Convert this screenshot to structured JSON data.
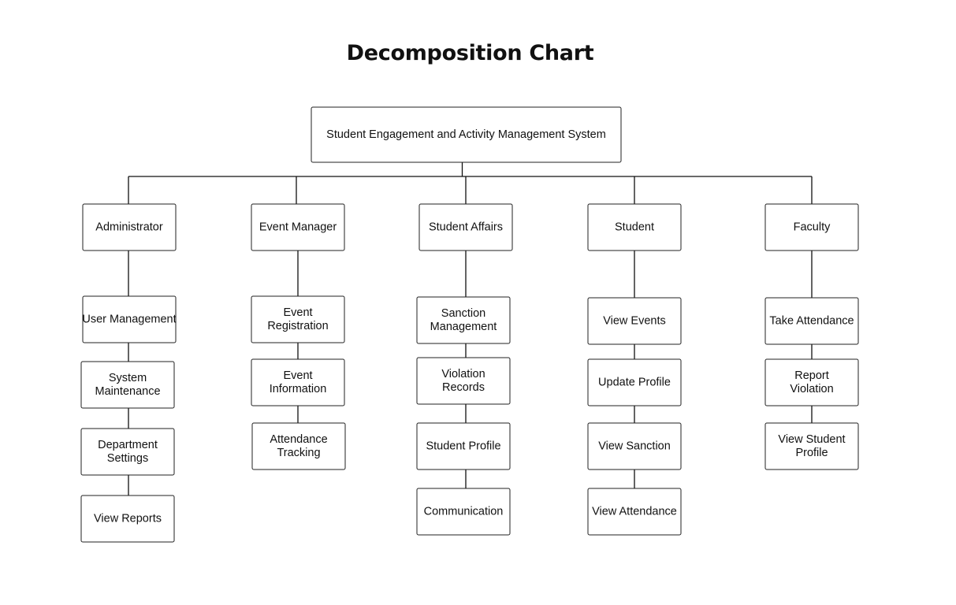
{
  "title": "Decomposition Chart",
  "root": {
    "label": "Student Engagement and Activity Management System"
  },
  "modules": [
    {
      "label": "Administrator",
      "children": [
        "User Management",
        "System Maintenance",
        "Department Settings",
        "View Reports"
      ]
    },
    {
      "label": "Event Manager",
      "children": [
        "Event Registration",
        "Event Information",
        "Attendance Tracking"
      ]
    },
    {
      "label": "Student Affairs",
      "children": [
        "Sanction Management",
        "Violation Records",
        "Student Profile",
        "Communication"
      ]
    },
    {
      "label": "Student",
      "children": [
        "View Events",
        "Update Profile",
        "View Sanction",
        "View Attendance"
      ]
    },
    {
      "label": "Faculty",
      "children": [
        "Take Attendance",
        "Report Violation",
        "View Student Profile"
      ]
    }
  ],
  "colors": {
    "line": "#111111",
    "box_border": "#222222",
    "box_fill": "#ffffff"
  }
}
